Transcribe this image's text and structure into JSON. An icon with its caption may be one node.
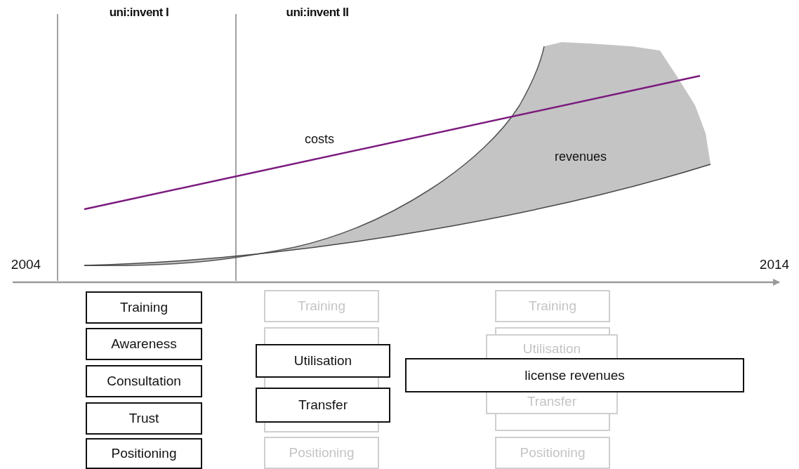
{
  "diagram": {
    "nodes": [
      {
        "text": [
          "Training"
        ]
      },
      {
        "text": [
          "Awareness"
        ]
      },
      {
        "text": [
          "Consultation"
        ]
      },
      {
        "text": [
          "Trust"
        ]
      },
      {
        "text": [
          "Positioning"
        ]
      },
      {
        "text": [
          "Training"
        ]
      },
      {
        "text": [],
        "shape": "box"
      },
      {
        "text": [],
        "shape": "box"
      },
      {
        "text": [],
        "shape": "box"
      },
      {
        "text": [
          "Positioning"
        ]
      },
      {
        "text": [
          "Utilisation"
        ]
      },
      {
        "text": [
          "Transfer"
        ]
      },
      {
        "text": [
          "Training"
        ]
      },
      {
        "text": [],
        "shape": "box"
      },
      {
        "text": [],
        "shape": "box"
      },
      {
        "text": [
          "Utilisation"
        ]
      },
      {
        "text": [
          "Transfer"
        ]
      },
      {
        "text": [
          "Positioning"
        ]
      },
      {
        "text": [
          "license revenues"
        ]
      }
    ],
    "labels": [
      "uni:invent I",
      "uni:invent II",
      "costs",
      "revenues",
      "2004",
      "2014"
    ]
  }
}
